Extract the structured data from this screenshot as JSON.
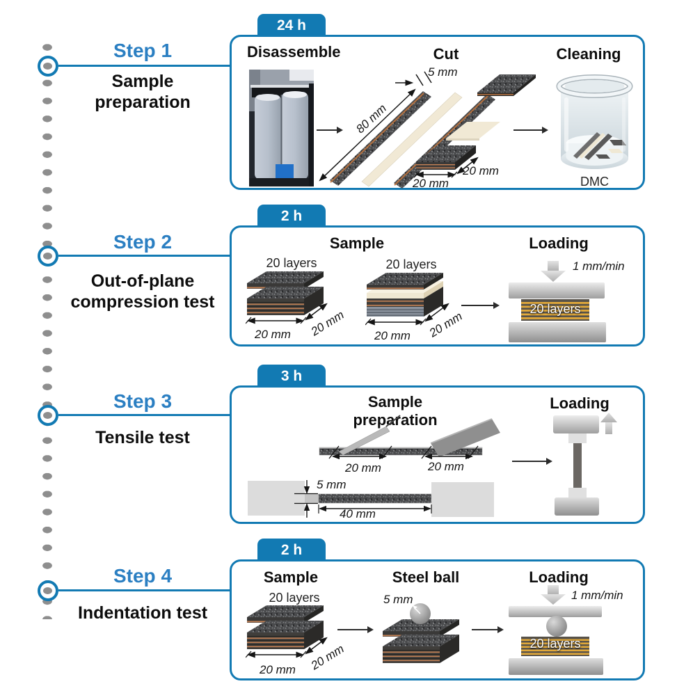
{
  "colors": {
    "accent": "#127ab3",
    "step_label_blue": "#2b7fc2",
    "timeline_dot_gray": "#8e8e8e",
    "stripe_yellow": "#e2a93a",
    "separator_cream": "#f1e9d5",
    "copper_layer_orange": "#c58255"
  },
  "steps": [
    {
      "label": "Step 1",
      "duration": "24 h",
      "title_lines": [
        "Sample",
        "preparation"
      ]
    },
    {
      "label": "Step 2",
      "duration": "2 h",
      "title_lines": [
        "Out-of-plane",
        "compression test"
      ]
    },
    {
      "label": "Step 3",
      "duration": "3 h",
      "title_lines": [
        "Tensile test"
      ]
    },
    {
      "label": "Step 4",
      "duration": "2 h",
      "title_lines": [
        "Indentation test"
      ]
    }
  ],
  "panel1": {
    "disassemble_title": "Disassemble",
    "cut_title": "Cut",
    "cleaning_title": "Cleaning",
    "dim_strip_width": "5 mm",
    "dim_strip_length": "80 mm",
    "dim_square_depth": "20 mm",
    "dim_square_front": "20 mm",
    "solvent": "DMC"
  },
  "panel2": {
    "sample_title": "Sample",
    "loading_title": "Loading",
    "stack1_layers": "20 layers",
    "stack2_layers": "20 layers",
    "stack1_dim_front": "20 mm",
    "stack1_dim_depth": "20 mm",
    "stack2_dim_front": "20 mm",
    "stack2_dim_depth": "20 mm",
    "rate": "1 mm/min",
    "block_label": "20 layers"
  },
  "panel3": {
    "prep_title": "Sample preparation",
    "loading_title": "Loading",
    "dim_left_grip": "20 mm",
    "dim_right_grip": "20 mm",
    "dim_thickness": "5 mm",
    "dim_gauge": "40 mm"
  },
  "panel4": {
    "sample_title": "Sample",
    "ball_title": "Steel ball",
    "loading_title": "Loading",
    "stack_layers": "20 layers",
    "stack_dim_front": "20 mm",
    "stack_dim_depth": "20 mm",
    "ball_diameter": "5 mm",
    "rate": "1 mm/min",
    "block_label": "20 layers"
  }
}
